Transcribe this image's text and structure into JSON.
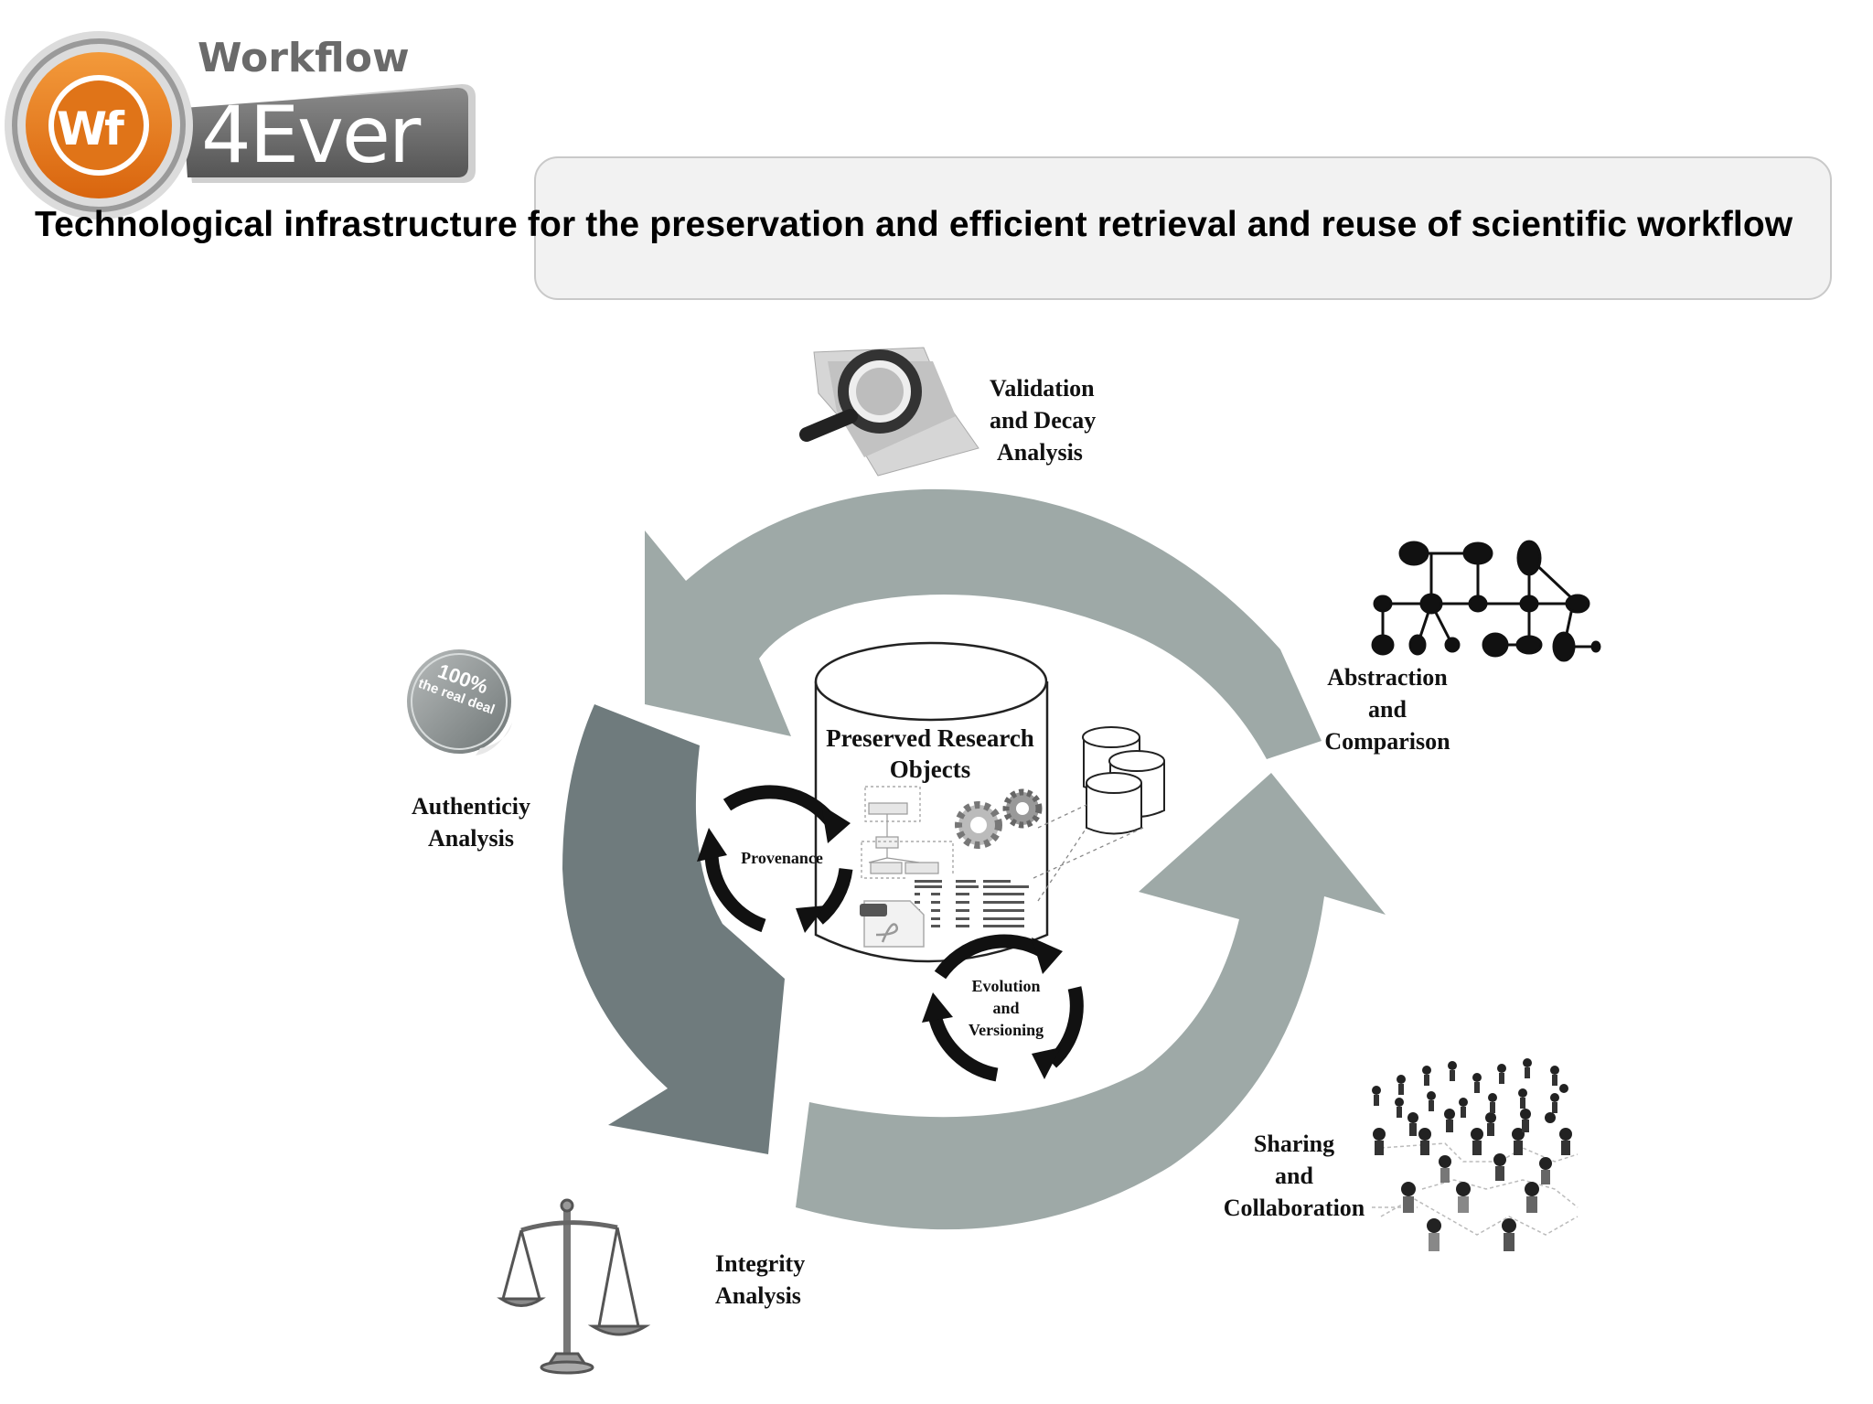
{
  "logo": {
    "top_word": "Workflow",
    "badge": "Wf",
    "main_word": "4Ever"
  },
  "subtitle": "Technological infrastructure for the preservation and efficient retrieval and reuse of scientific workflow",
  "center": {
    "line1": "Preserved Research",
    "line2": "Objects"
  },
  "provenance": "Provenance",
  "evolution": {
    "line1": "Evolution",
    "line2": "and",
    "line3": "Versioning"
  },
  "sticker": {
    "line1": "100%",
    "line2": "the real deal"
  },
  "labels": {
    "validation": [
      "Validation",
      "and Decay",
      "Analysis"
    ],
    "abstraction": [
      "Abstraction",
      "and",
      "Comparison"
    ],
    "authenticity": [
      "Authenticiy",
      "Analysis"
    ],
    "sharing": [
      "Sharing",
      "and",
      "Collaboration"
    ],
    "integrity": [
      "Integrity",
      "Analysis"
    ]
  },
  "colors": {
    "logo_orange": "#e87a1e",
    "logo_gray": "#6b6b6b",
    "arrow_light": "#9ea9a7",
    "arrow_dark": "#6f7b7d"
  }
}
